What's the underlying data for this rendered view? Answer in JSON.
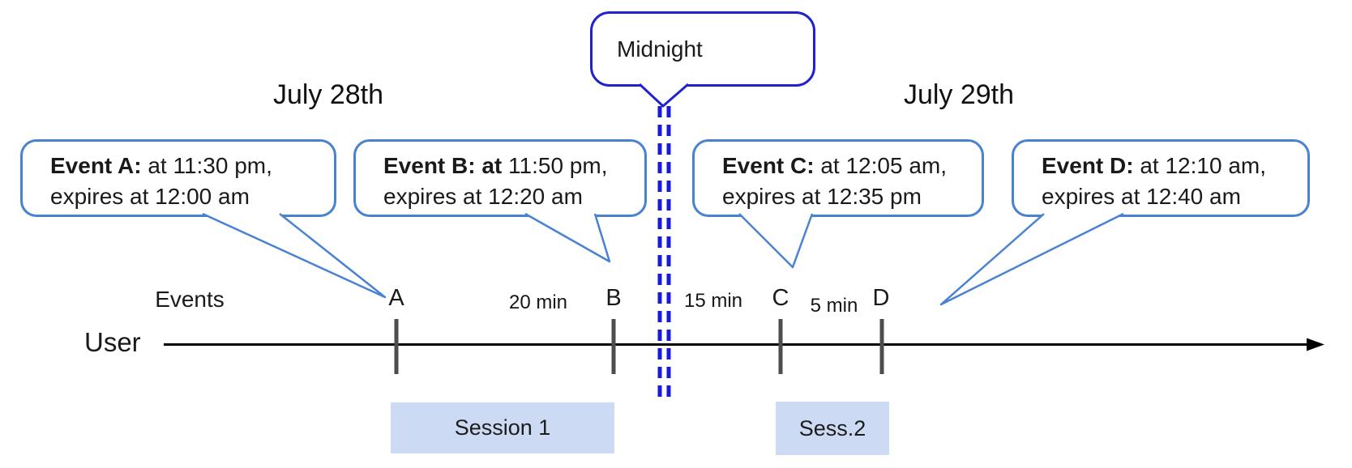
{
  "diagram": {
    "title_dates": {
      "left": "July 28th",
      "right": "July 29th"
    },
    "midnight": {
      "label": "Midnight"
    },
    "axis": {
      "row_label": "Events",
      "user_label": "User"
    },
    "events": [
      {
        "tick": "A",
        "line1_bold": "Event A:",
        "line1_rest": " at 11:30 pm,",
        "line2": "expires at 12:00 am"
      },
      {
        "tick": "B",
        "line1_bold": "Event B: at",
        "line1_rest": " 11:50 pm,",
        "line2": "expires at 12:20 am"
      },
      {
        "tick": "C",
        "line1_bold": "Event C:",
        "line1_rest": " at 12:05 am,",
        "line2": "expires at 12:35 pm"
      },
      {
        "tick": "D",
        "line1_bold": "Event D:",
        "line1_rest": " at 12:10 am,",
        "line2": "expires at 12:40 am"
      }
    ],
    "intervals": [
      {
        "label": "20 min",
        "between": "A-B"
      },
      {
        "label": "15 min",
        "between": "B-C"
      },
      {
        "label": "5 min",
        "between": "C-D"
      }
    ],
    "sessions": [
      {
        "label": "Session 1"
      },
      {
        "label": "Sess.2"
      }
    ],
    "colors": {
      "event_bubble_border": "#4a82d2",
      "midnight_bubble_border": "#2121cf",
      "midnight_dashed_line": "#1a1ad9",
      "session_fill": "#ccdaf4",
      "tick_mark": "#4d4d4d",
      "timeline": "#000000"
    }
  }
}
